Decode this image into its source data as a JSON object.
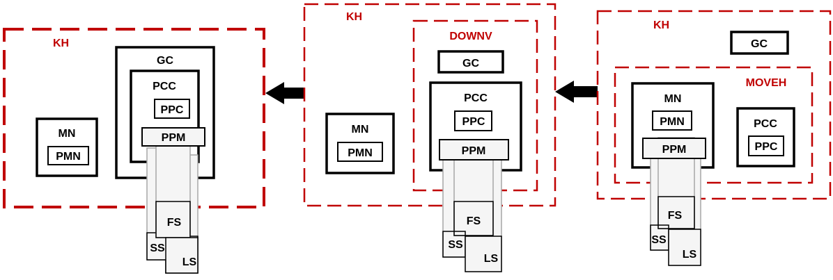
{
  "colors": {
    "kh_border": "#c00000",
    "kh_label": "#c00000",
    "box_border": "#000000",
    "stack_fill": "#f5f5f5",
    "stack_border": "#a6a6a6",
    "arrow": "#000000"
  },
  "panels": [
    {
      "kh_label": "KH",
      "mn_label": "MN",
      "pmn_label": "PMN",
      "gc_label": "GC",
      "pcc_label": "PCC",
      "ppc_label": "PPC",
      "ppm_label": "PPM",
      "fs_label": "FS",
      "ss_label": "SS",
      "ls_label": "LS"
    },
    {
      "kh_label": "KH",
      "downv_label": "DOWNV",
      "gc_label": "GC",
      "pcc_label": "PCC",
      "ppc_label": "PPC",
      "ppm_label": "PPM",
      "mn_label": "MN",
      "pmn_label": "PMN",
      "fs_label": "FS",
      "ss_label": "SS",
      "ls_label": "LS"
    },
    {
      "kh_label": "KH",
      "gc_label": "GC",
      "moveh_label": "MOVEH",
      "mn_label": "MN",
      "pmn_label": "PMN",
      "ppm_label": "PPM",
      "pcc_label": "PCC",
      "ppc_label": "PPC",
      "fs_label": "FS",
      "ss_label": "SS",
      "ls_label": "LS"
    }
  ],
  "arrows": [
    {
      "direction": "left"
    },
    {
      "direction": "left"
    }
  ]
}
